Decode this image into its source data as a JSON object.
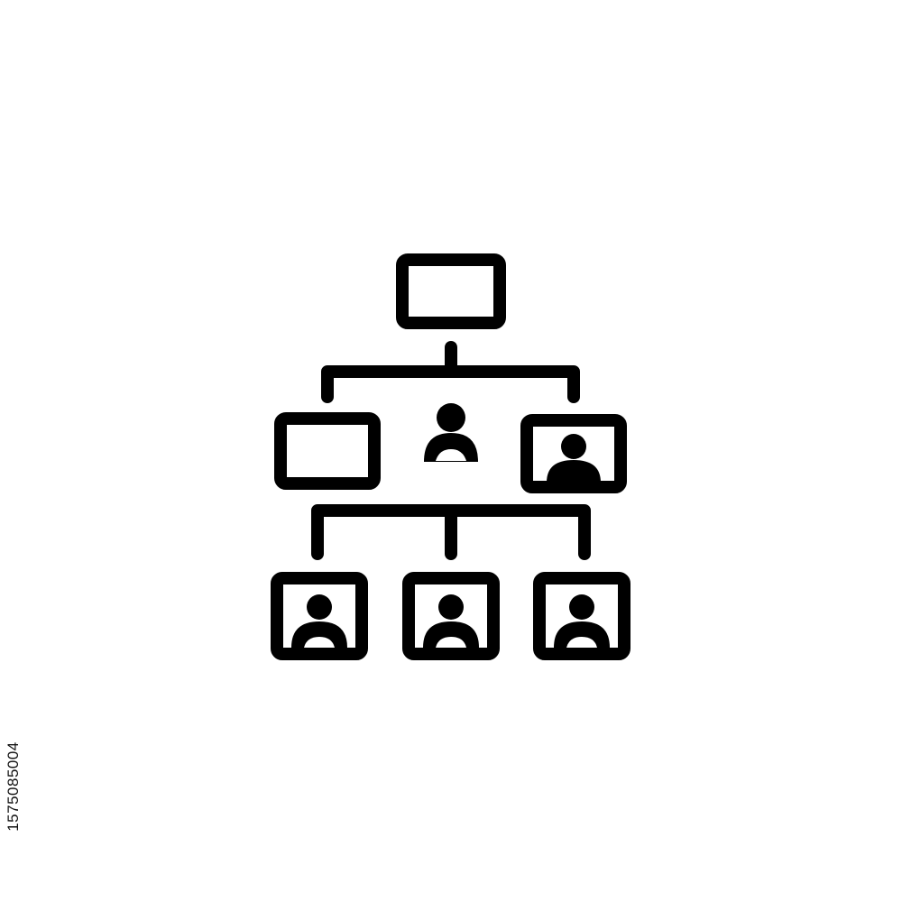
{
  "image_id_text": "1575085004",
  "colors": {
    "stroke": "#000000",
    "background": "#ffffff"
  },
  "diagram": {
    "type": "org-chart-icon",
    "levels": [
      {
        "level": 1,
        "nodes": [
          {
            "kind": "empty-box"
          }
        ]
      },
      {
        "level": 2,
        "nodes": [
          {
            "kind": "empty-box"
          },
          {
            "kind": "person"
          },
          {
            "kind": "person-box"
          }
        ]
      },
      {
        "level": 3,
        "nodes": [
          {
            "kind": "person-box"
          },
          {
            "kind": "person-box"
          },
          {
            "kind": "person-box"
          }
        ]
      }
    ]
  }
}
